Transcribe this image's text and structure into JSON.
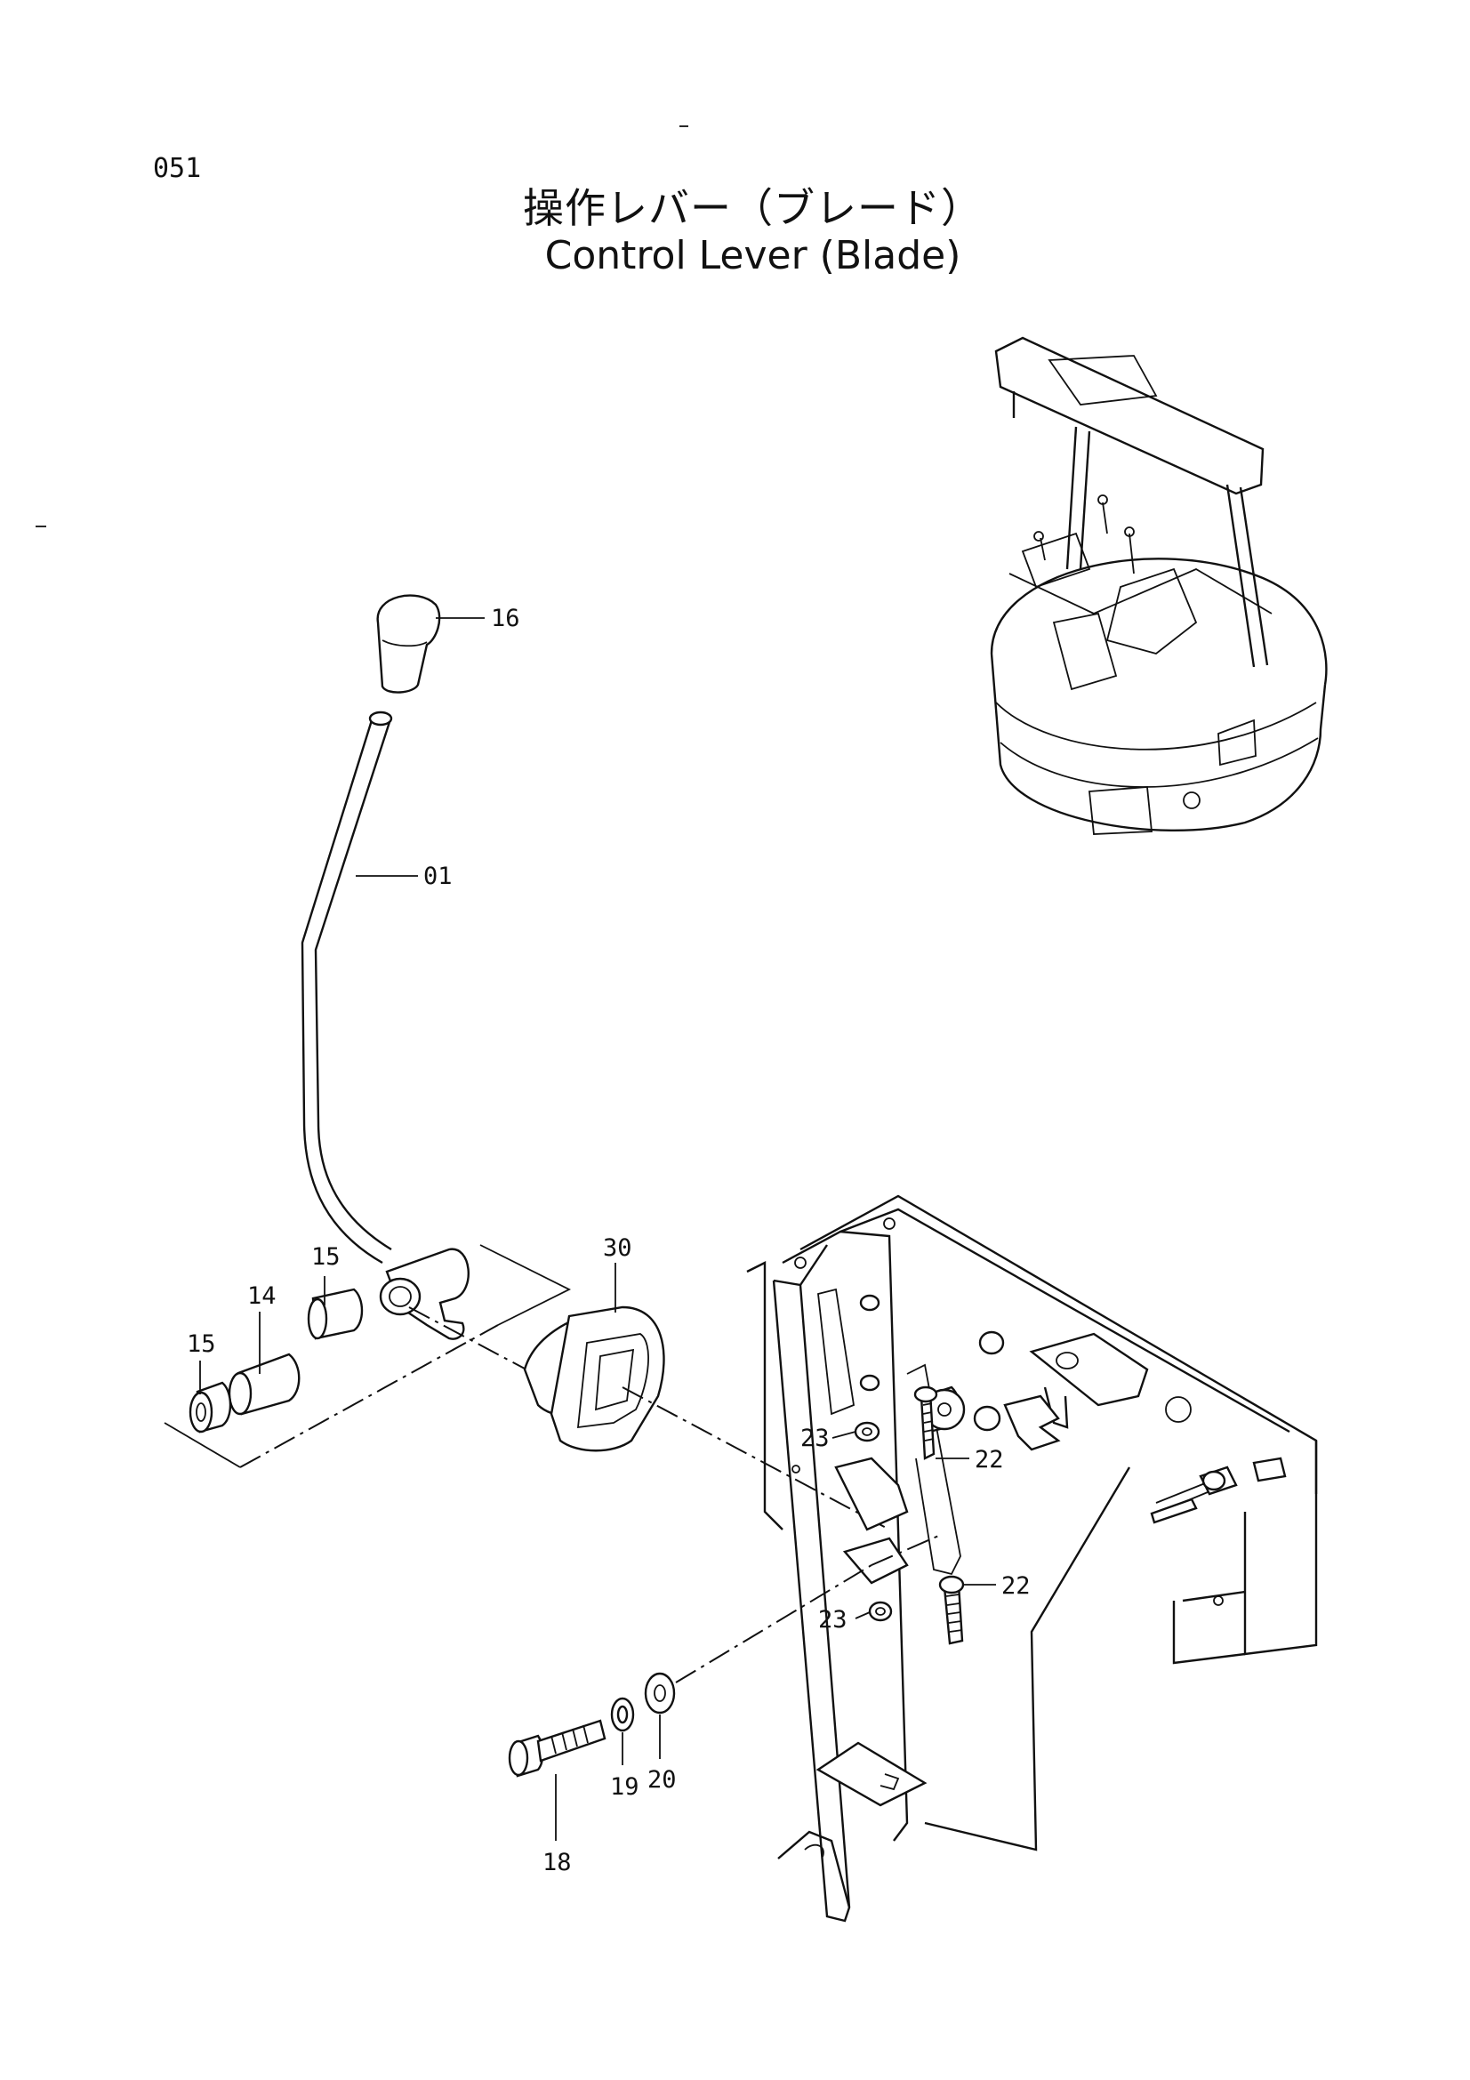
{
  "page_number": "051",
  "title_jp": "操作レバー（ブレード）",
  "title_en": "Control Lever (Blade)",
  "callouts": [
    {
      "id": "c16",
      "text": "16"
    },
    {
      "id": "c01",
      "text": "01"
    },
    {
      "id": "c30",
      "text": "30"
    },
    {
      "id": "c15a",
      "text": "15"
    },
    {
      "id": "c14",
      "text": "14"
    },
    {
      "id": "c15b",
      "text": "15"
    },
    {
      "id": "c23a",
      "text": "23"
    },
    {
      "id": "c22a",
      "text": "22"
    },
    {
      "id": "c22b",
      "text": "22"
    },
    {
      "id": "c23b",
      "text": "23"
    },
    {
      "id": "c18",
      "text": "18"
    },
    {
      "id": "c19",
      "text": "19"
    },
    {
      "id": "c20",
      "text": "20"
    }
  ]
}
